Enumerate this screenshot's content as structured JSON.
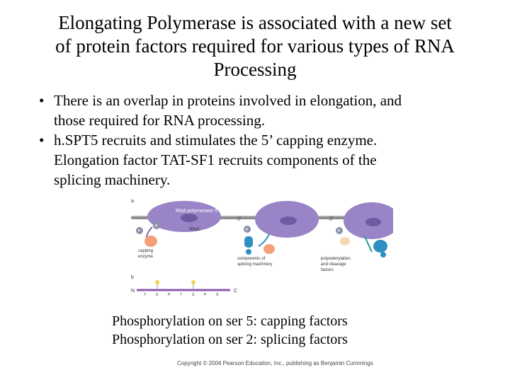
{
  "slide": {
    "title_lines": [
      "Elongating Polymerase is associated with a new set",
      "of protein factors required for various types of RNA",
      "Processing"
    ],
    "bullets": [
      {
        "lines": [
          "There is an overlap in proteins involved in elongation, and",
          "those required for RNA processing."
        ]
      },
      {
        "lines": [
          "h.SPT5 recruits and stimulates the 5’ capping enzyme.",
          "Elongation factor TAT-SF1 recruits components of the",
          "splicing machinery."
        ]
      }
    ],
    "bullet_glyph": "•"
  },
  "figure": {
    "panel_a_label": "a",
    "panel_b_label": "b",
    "rna_polymerase_label": "RNA polymerase II",
    "rna_label": "RNA",
    "phospho_label": "P",
    "capping_enzyme_label_1": "capping",
    "capping_enzyme_label_2": "enzyme",
    "splicing_label_1": "components of",
    "splicing_label_2": "splicing machinery",
    "polyadenylation_label_1": "polyadenylation",
    "polyadenylation_label_2": "and cleavage",
    "polyadenylation_label_3": "factors",
    "ctd_n_label": "N",
    "ctd_c_label": "C",
    "ctd_residues": [
      "Y",
      "S",
      "P",
      "T",
      "S",
      "P",
      "S"
    ],
    "ctd_positions": [
      "1",
      "2",
      "3",
      "4",
      "5",
      "6",
      "7"
    ],
    "colors": {
      "polymerase": "#9a84c8",
      "dna": "#8a8a8a",
      "capping": "#f2a07a",
      "splicing": "#2f8fbf",
      "poly_a": "#f5d9b5",
      "phosphate": "#8a8fa8",
      "ctd_line": "#8a5ab0",
      "ctd_marker": "#f2d24b"
    }
  },
  "caption_lines": [
    "Phosphorylation on ser 5: capping factors",
    "Phosphorylation on ser 2: splicing factors"
  ],
  "copyright": "Copyright © 2004 Pearson Education, Inc., publishing as Benjamin Cummings"
}
